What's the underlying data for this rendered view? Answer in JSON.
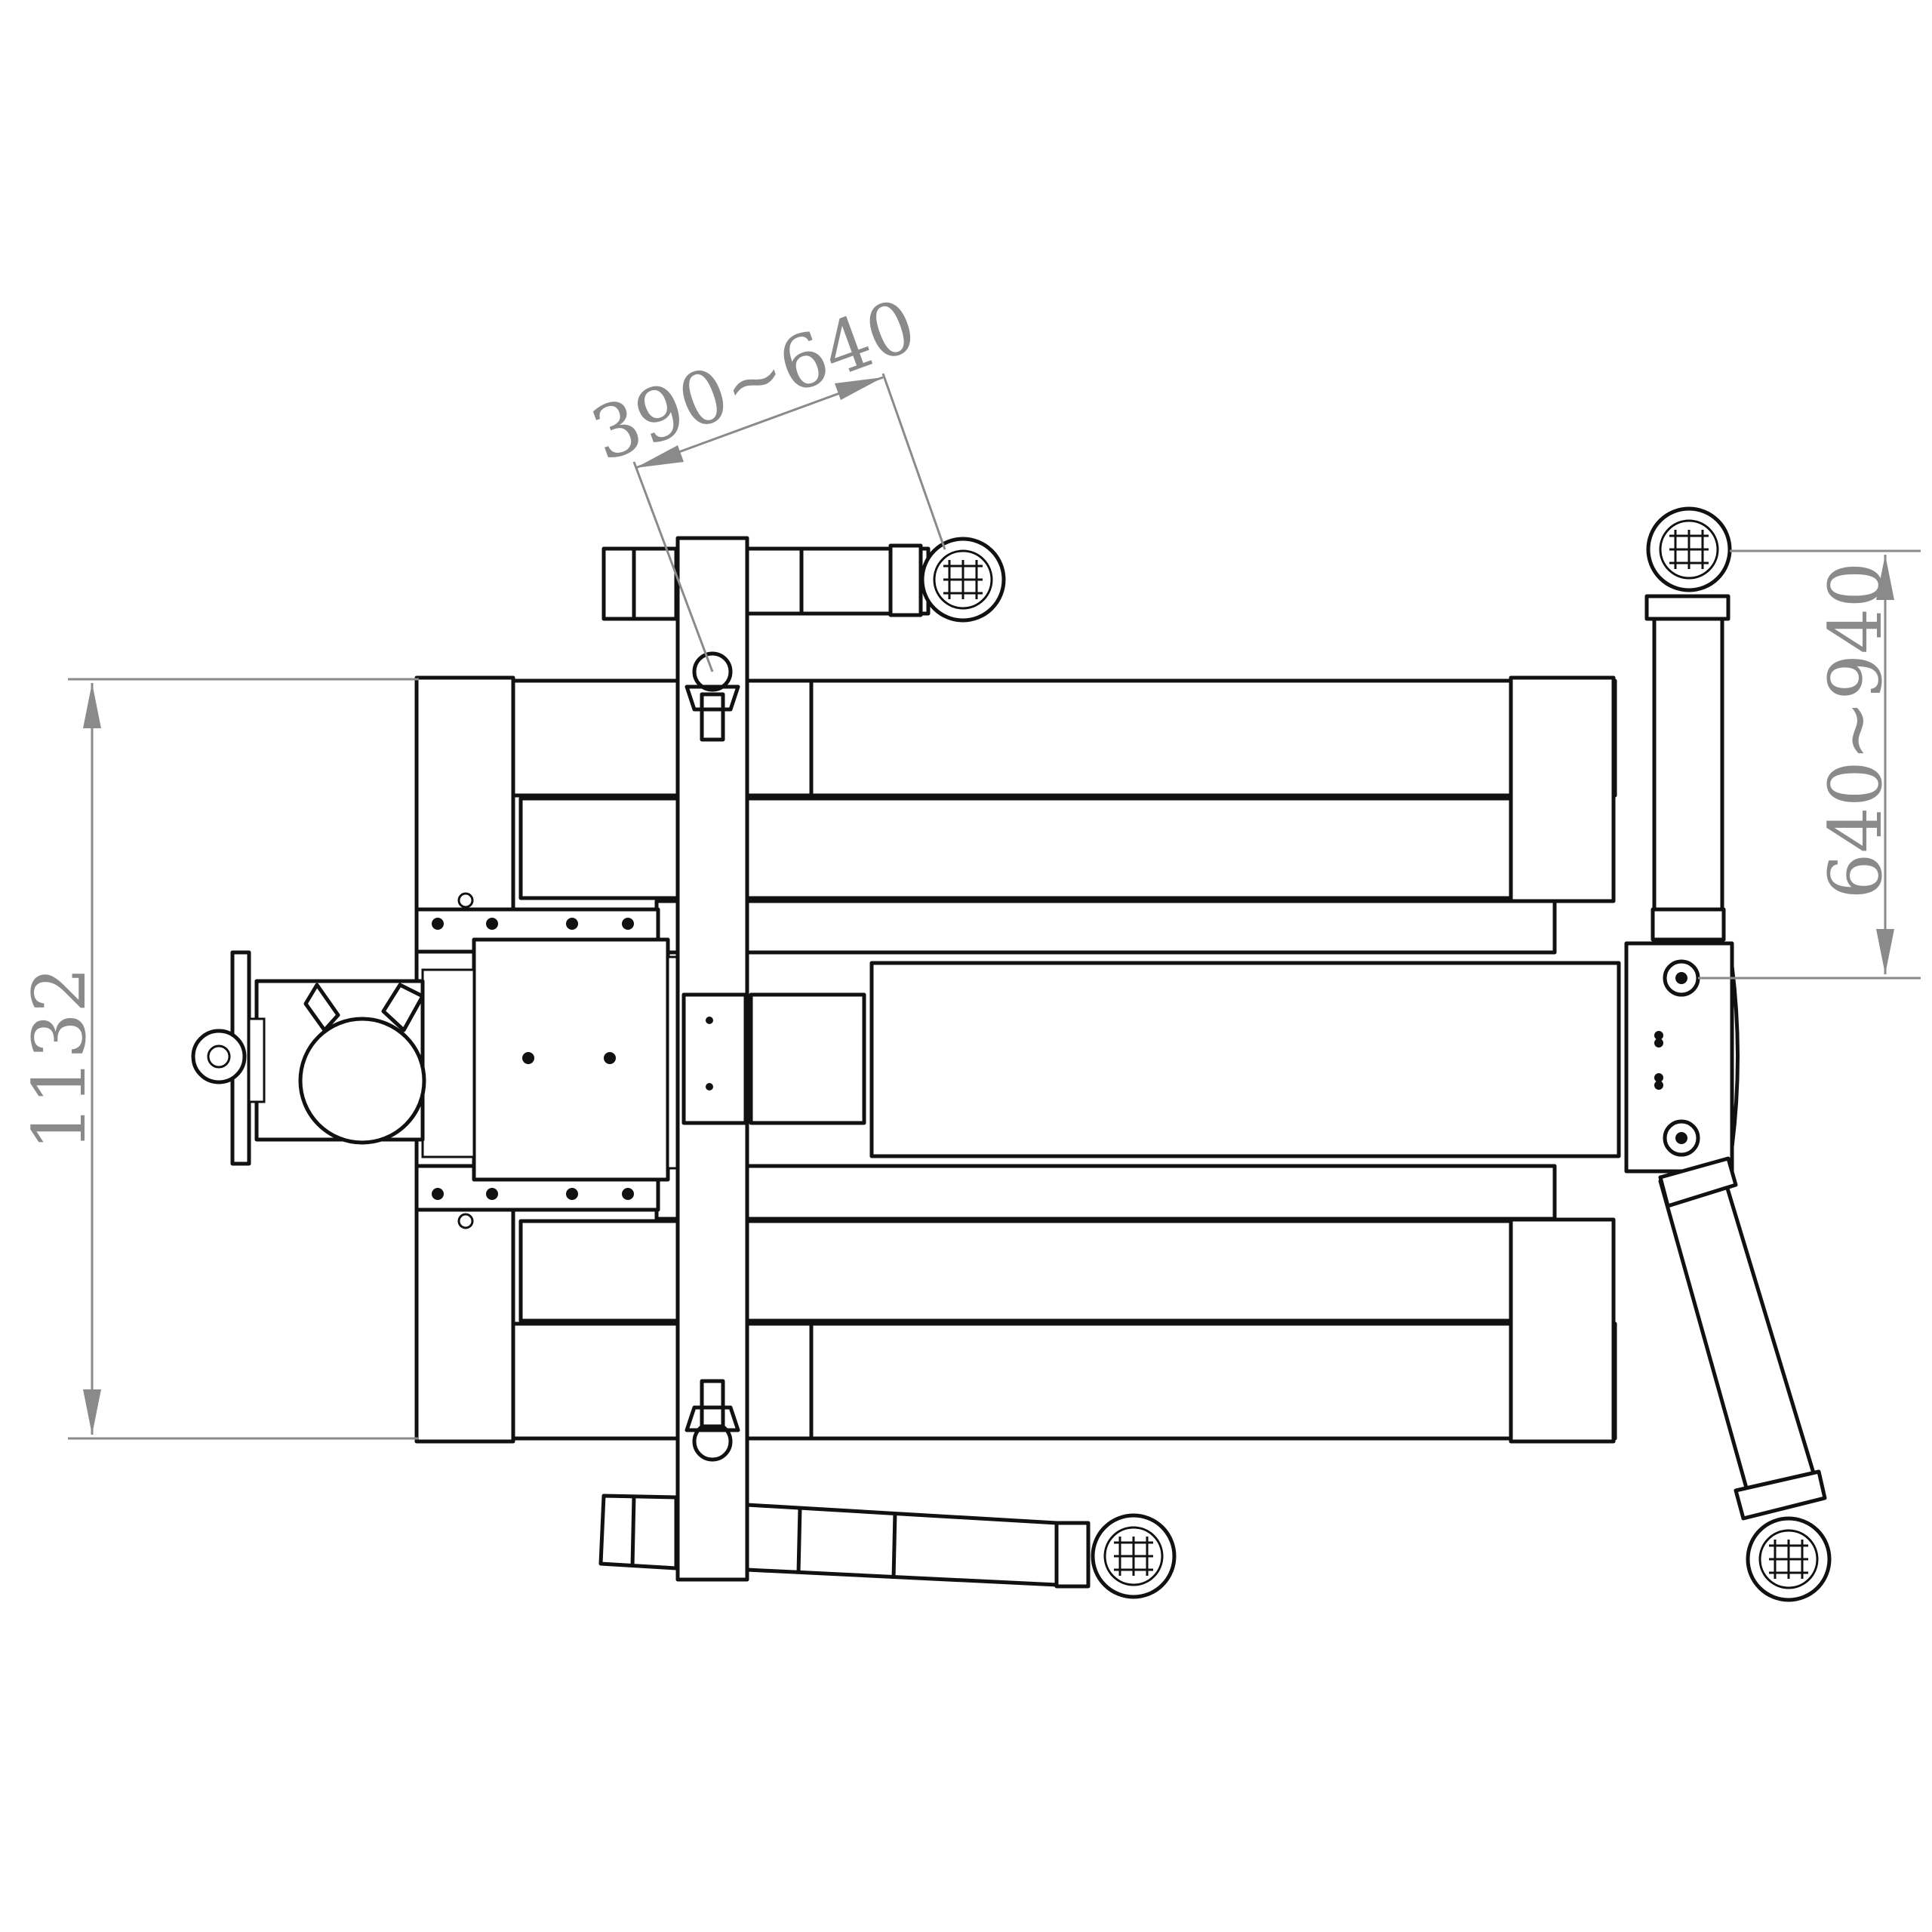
{
  "dimensions": {
    "width_total": "1132",
    "arm_reach_top": "390~640",
    "arm_reach_right": "640~940"
  },
  "colors": {
    "line": "#111111",
    "dimension": "#8a8a8a",
    "background": "#ffffff"
  }
}
